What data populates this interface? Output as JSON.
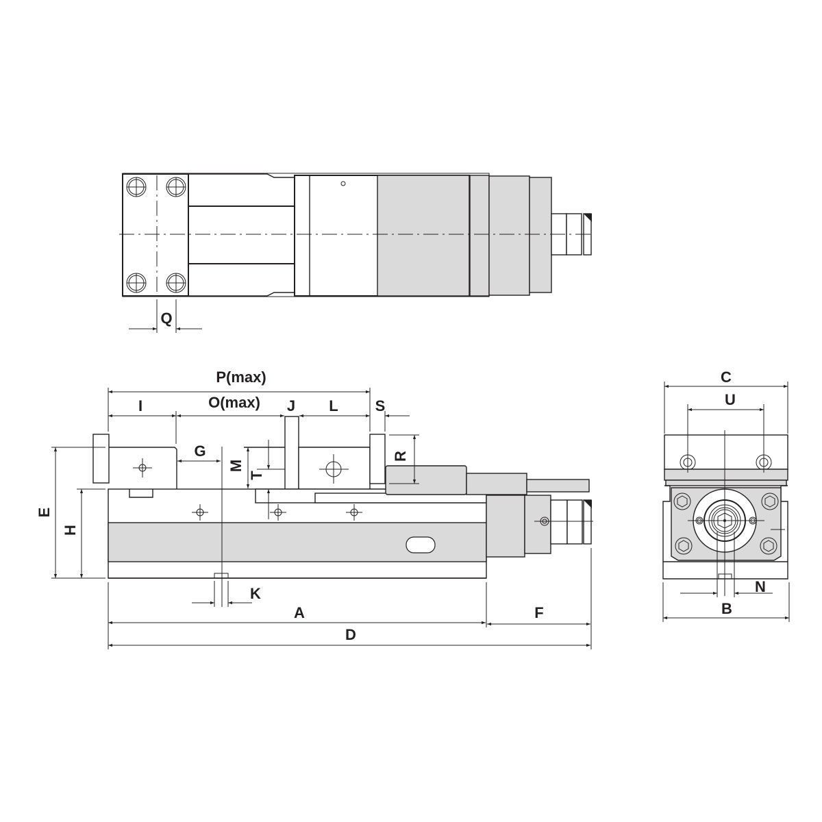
{
  "drawing": {
    "title": "Machine vise dimension drawing",
    "colors": {
      "line": "#231f20",
      "fill_gray": "#d9dad9",
      "background": "#ffffff"
    },
    "views": {
      "top_view": {
        "labels": {
          "q": "Q"
        }
      },
      "side_view": {
        "labels": {
          "p": "P(max)",
          "i": "I",
          "o": "O(max)",
          "j": "J",
          "l": "L",
          "s": "S",
          "g": "G",
          "m": "M",
          "t": "T",
          "r": "R",
          "e": "E",
          "h": "H",
          "k": "K",
          "a": "A",
          "f": "F",
          "d": "D"
        }
      },
      "end_view": {
        "labels": {
          "c": "C",
          "u": "U",
          "n": "N",
          "b": "B"
        }
      }
    }
  }
}
